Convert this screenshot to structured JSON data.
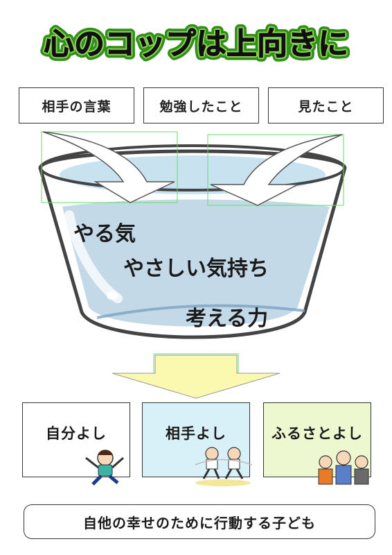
{
  "title": "心のコップは上向きに",
  "inputs": [
    "相手の言葉",
    "勉強したこと",
    "見たこと"
  ],
  "cup_contents": [
    "やる気",
    "やさしい気持ち",
    "考える力"
  ],
  "outcomes": [
    "自分よし",
    "相手よし",
    "ふるさとよし"
  ],
  "goal": "自他の幸せのために行動する子ども",
  "colors": {
    "title_fill": "#ffffff",
    "title_outline": "#3a9a1a",
    "water": "#c9dcea",
    "arrow_fill": "#fbf8b0",
    "outcome_2_bg": "#d8f0f8",
    "outcome_3_bg": "#eef8d0"
  }
}
